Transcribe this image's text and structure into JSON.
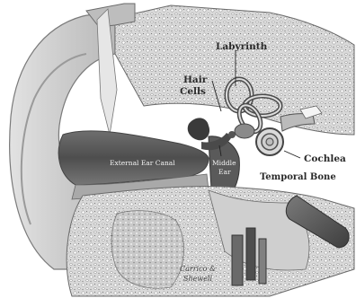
{
  "labels": {
    "labyrinth": "Labyrinth",
    "hair_cells_1": "Hair",
    "hair_cells_2": "Cells",
    "cochlea": "Cochlea",
    "temporal_bone": "Temporal Bone",
    "external_ear_canal": "External Ear Canal",
    "middle_ear_1": "Middle",
    "middle_ear_2": "Ear"
  },
  "signature": {
    "line1": "Carrico &",
    "line2": "Shewell"
  }
}
